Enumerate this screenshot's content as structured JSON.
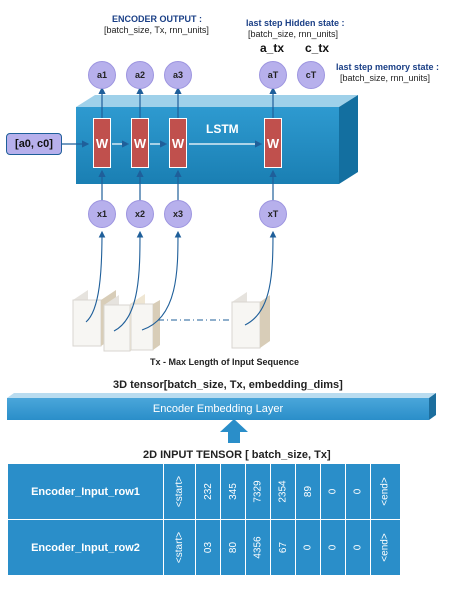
{
  "encoder_output": {
    "title": "ENCODER OUTPUT :",
    "shape": "[batch_size, Tx, rnn_units]",
    "outputs": [
      "a1",
      "a2",
      "a3",
      "aT"
    ]
  },
  "hidden_state": {
    "title": "last step Hidden state :",
    "shape": "[batch_size, rnn_units]",
    "symbol": "a_tx"
  },
  "memory_state": {
    "title": "last step memory state :",
    "shape": "[batch_size, rnn_units]",
    "symbol": "c_tx",
    "node": "cT"
  },
  "lstm": {
    "label": "LSTM",
    "cell_label": "W",
    "initial_state": "[a0, c0]"
  },
  "inputs": [
    "x1",
    "x2",
    "x3",
    "xT"
  ],
  "tx_caption": "Tx - Max Length of Input Sequence",
  "tensor3d_label": "3D tensor[batch_size, Tx, embedding_dims]",
  "embedding_layer": "Encoder Embedding Layer",
  "tensor2d_label": "2D INPUT TENSOR [ batch_size, Tx]",
  "input_table": {
    "rows": [
      {
        "name": "Encoder_Input_row1",
        "cells": [
          "<start>",
          "232",
          "345",
          "7329",
          "2354",
          "89",
          "0",
          "0",
          "<end>"
        ]
      },
      {
        "name": "Encoder_Input_row2",
        "cells": [
          "<start>",
          "03",
          "80",
          "4356",
          "67",
          "0",
          "0",
          "0",
          "<end>"
        ]
      }
    ]
  },
  "colors": {
    "lstm_box": "#1f8fc2",
    "cell": "#c0504d",
    "node": "#b7b0ec",
    "table": "#2a8ec9",
    "label_text": "#1a3f86"
  }
}
